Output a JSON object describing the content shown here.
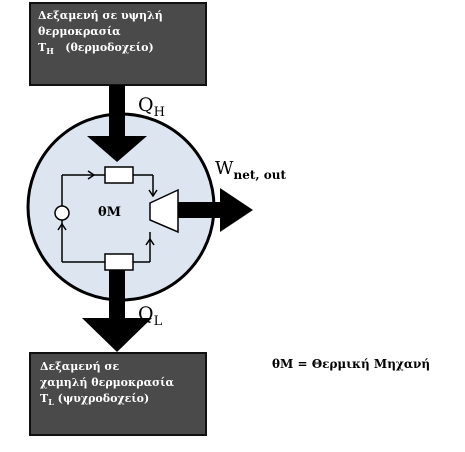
{
  "hot_reservoir": {
    "line1": "Δεξαμενή σε υψηλή",
    "line2": "θερμοκρασία",
    "line3_symbol": "T",
    "line3_sub": "H",
    "line3_rest": "(θερμοδοχείο)"
  },
  "cold_reservoir": {
    "line1": "Δεξαμενή σε",
    "line2": "χαμηλή θερμοκρασία",
    "line3_symbol": "T",
    "line3_sub": "L",
    "line3_rest": "(ψυχροδοχείο)"
  },
  "heat_in": {
    "symbol": "Q",
    "sub": "H"
  },
  "heat_out": {
    "symbol": "Q",
    "sub": "L"
  },
  "work_out": {
    "symbol": "W",
    "sub": "net, out"
  },
  "engine_label": "θΜ",
  "legend": "θΜ = Θερμική Μηχανή",
  "colors": {
    "reservoir_fill": "#4a4a4a",
    "engine_fill": "#dde6f0",
    "arrow": "#000000"
  }
}
